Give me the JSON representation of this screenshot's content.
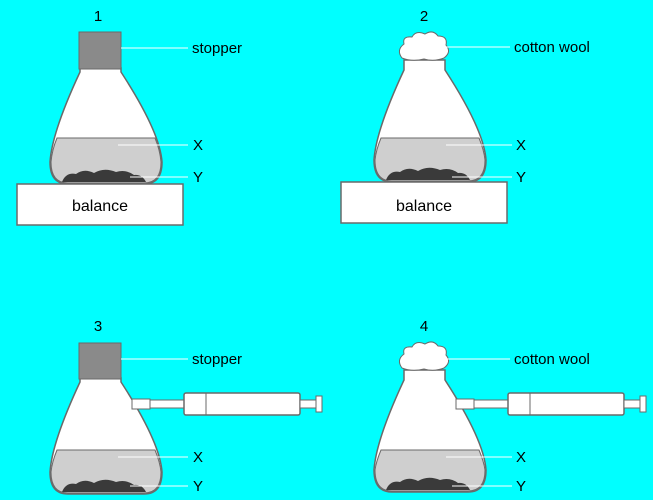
{
  "diagram": {
    "panels": [
      {
        "number": "1",
        "top_label": "stopper",
        "liquid_label": "X",
        "solid_label": "Y",
        "balance_label": "balance"
      },
      {
        "number": "2",
        "top_label": "cotton wool",
        "liquid_label": "X",
        "solid_label": "Y",
        "balance_label": "balance"
      },
      {
        "number": "3",
        "top_label": "stopper",
        "liquid_label": "X",
        "solid_label": "Y"
      },
      {
        "number": "4",
        "top_label": "cotton wool",
        "liquid_label": "X",
        "solid_label": "Y"
      }
    ]
  },
  "colors": {
    "background": "#00ffff",
    "flask_fill": "#ffffff",
    "outline": "#6a6a6a",
    "liquid": "#cfcfcf",
    "solid": "#3a3a3a",
    "stopper": "#8a8a8a",
    "cotton_wool": "#ffffff"
  }
}
